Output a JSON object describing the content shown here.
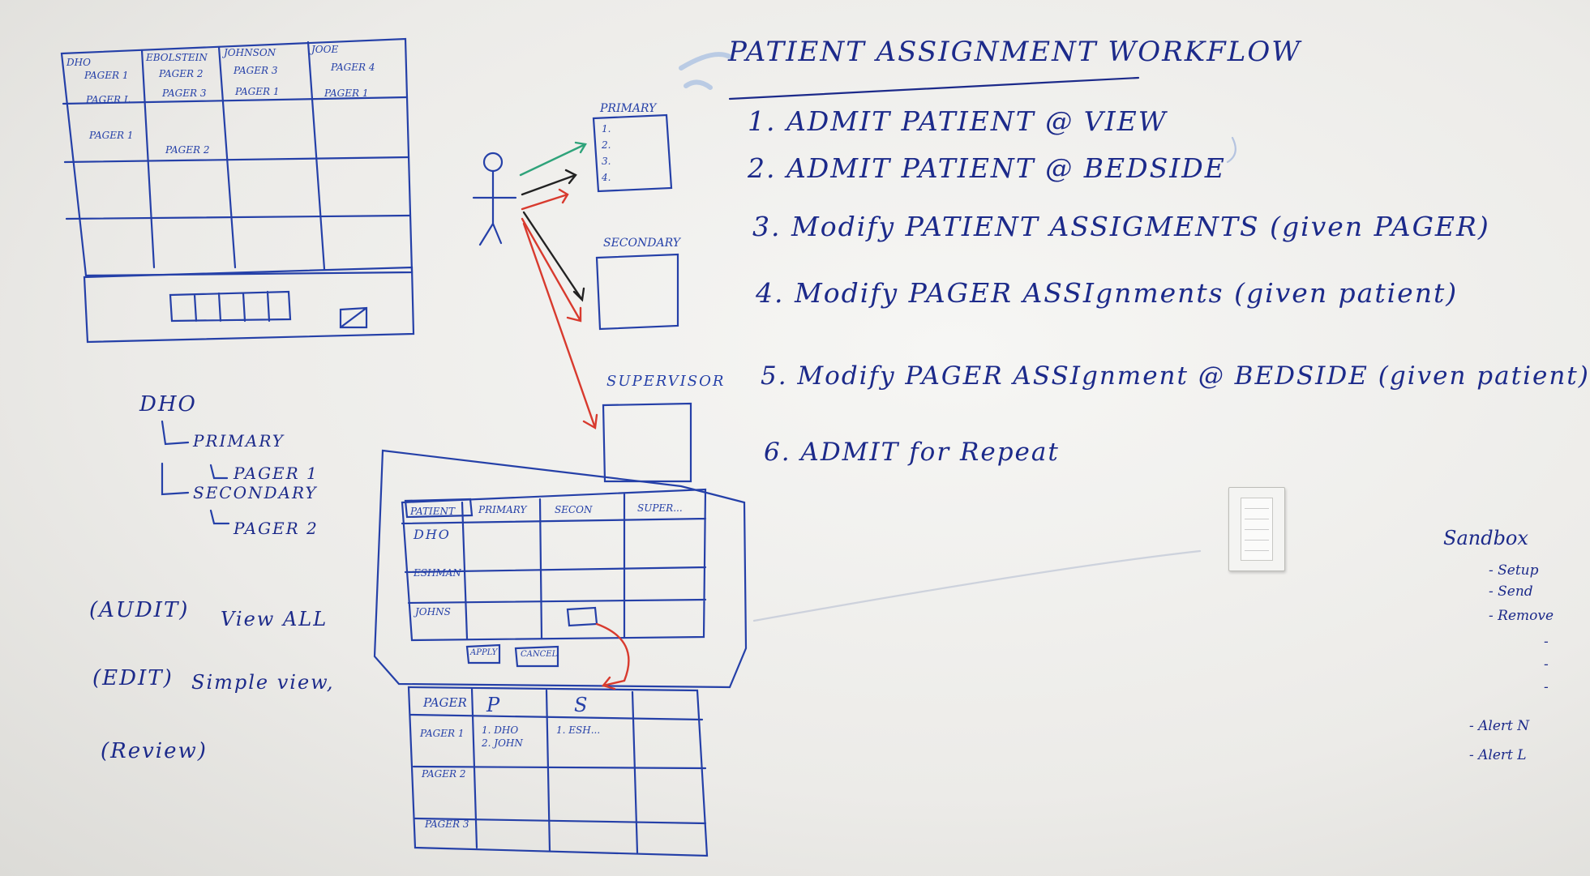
{
  "workflow": {
    "title": "PATIENT ASSIGNMENT WORKFLOW",
    "items": [
      "1. ADMIT PATIENT @ VIEW",
      "2. ADMIT PATIENT @ BEDSIDE",
      "3. Modify PATIENT ASSIGMENTS (given PAGER)",
      "4. Modify PAGER ASSIgnments (given patient)",
      "5. Modify PAGER ASSIgnment @ BEDSIDE (given patient)",
      "6. ADMIT for Repeat"
    ]
  },
  "grid_sketch": {
    "headers": [
      "DHO",
      "EBOLSTEIN",
      "JOHNSON",
      "JOOE"
    ],
    "cells": [
      "PAGER 1",
      "PAGER 2",
      "PAGER 3",
      "PAGER 4",
      "PAGER L",
      "PAGER 3",
      "PAGER 1",
      "PAGER 1",
      "PAGER 1",
      "PAGER 2"
    ]
  },
  "roles": {
    "primary": "PRIMARY",
    "secondary": "SECONDARY",
    "supervisor": "SUPERVISOR",
    "list_numbers": [
      "1.",
      "2.",
      "3.",
      "4."
    ]
  },
  "hierarchy": {
    "root": "DHO",
    "primary": "PRIMARY",
    "pager1": "PAGER 1",
    "secondary": "SECONDARY",
    "pager2": "PAGER 2"
  },
  "modes": [
    {
      "mode": "(AUDIT)",
      "desc": "View ALL"
    },
    {
      "mode": "(EDIT)",
      "desc": "Simple view,"
    },
    {
      "mode": "(Review)",
      "desc": ""
    }
  ],
  "patient_table": {
    "headers": [
      "PATIENT",
      "PRIMARY",
      "SECON",
      "SUPER..."
    ],
    "rows": [
      "DHO",
      "ESHMAN",
      "JOHNS"
    ],
    "buttons": [
      "APPLY",
      "CANCEL"
    ]
  },
  "pager_table": {
    "headers": [
      "PAGER",
      "P",
      "S"
    ],
    "rows": [
      "PAGER 1",
      "PAGER 2",
      "PAGER 3"
    ],
    "entries": [
      "1. DHO",
      "2. JOHN",
      "1. ESH..."
    ]
  },
  "sandbox": {
    "title": "Sandbox",
    "items": [
      "- Setup",
      "- Send",
      "- Remove",
      "-",
      "-",
      "-",
      "- Alert N",
      "- Alert L"
    ]
  },
  "colors": {
    "marker_blue": "#2540a8",
    "marker_dark": "#1c2a8a",
    "marker_red": "#d83a2e",
    "marker_green": "#2fa37a",
    "marker_black": "#222222",
    "board": "#efeeeb"
  }
}
